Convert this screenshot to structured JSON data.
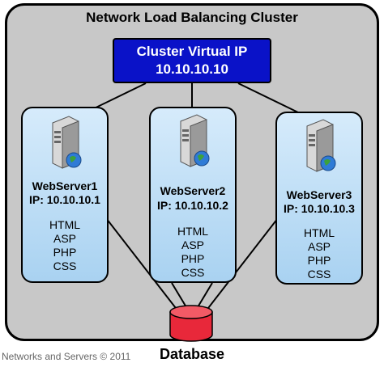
{
  "cluster": {
    "title": "Network Load Balancing Cluster"
  },
  "vip": {
    "line1": "Cluster Virtual IP",
    "line2": "10.10.10.10"
  },
  "servers": [
    {
      "name": "WebServer1",
      "ip": "IP: 10.10.10.1",
      "tech": [
        "HTML",
        "ASP",
        "PHP",
        "CSS"
      ]
    },
    {
      "name": "WebServer2",
      "ip": "IP: 10.10.10.2",
      "tech": [
        "HTML",
        "ASP",
        "PHP",
        "CSS"
      ]
    },
    {
      "name": "WebServer3",
      "ip": "IP: 10.10.10.3",
      "tech": [
        "HTML",
        "ASP",
        "PHP",
        "CSS"
      ]
    }
  ],
  "database": {
    "label": "Database"
  },
  "footer": {
    "copyright": "Networks and Servers © 2011"
  },
  "colors": {
    "cluster_bg": "#c8c8c8",
    "vip_bg": "#0a12c8",
    "server_bg": "#a9d2f1",
    "database": "#e8283a"
  }
}
